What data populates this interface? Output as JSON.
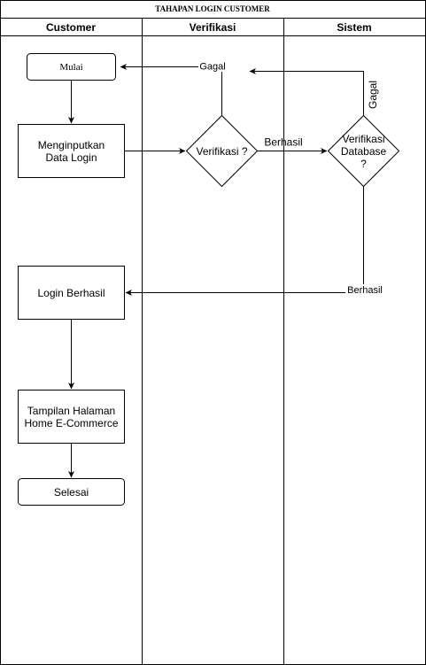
{
  "title": "TAHAPAN LOGIN CUSTOMER",
  "lanes": [
    "Customer",
    "Verifikasi",
    "Sistem"
  ],
  "nodes": {
    "start": "Mulai",
    "input": [
      "Menginputkan",
      "Data Login"
    ],
    "verify": "Verifikasi ?",
    "verify_db": [
      "Verifikasi",
      "Database",
      "?"
    ],
    "login_ok": "Login Berhasil",
    "home": [
      "Tampilan Halaman",
      "Home E-Commerce"
    ],
    "end": "Selesai"
  },
  "edges": {
    "verify_fail": "Gagal",
    "verify_ok": "Berhasil",
    "db_fail": "Gagal",
    "db_ok": "Berhasil"
  }
}
